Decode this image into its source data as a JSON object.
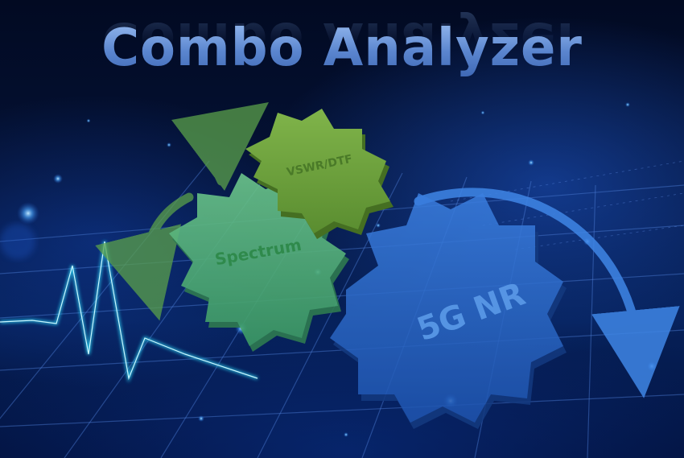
{
  "title": "Combo Analyzer",
  "gears": {
    "vswr": {
      "label": "VSWR/DTF",
      "color": "#6fa33d"
    },
    "spectrum": {
      "label": "Spectrum",
      "color": "#57b67c"
    },
    "nr": {
      "label": "5G NR",
      "color": "#2e6fd0"
    }
  },
  "colors": {
    "background": "#041236",
    "title": "#5f8fd6",
    "heartbeat_line": "#2fe0ff",
    "arrow_blue": "#3f86e6",
    "arrow_green": "#5aa04a"
  }
}
